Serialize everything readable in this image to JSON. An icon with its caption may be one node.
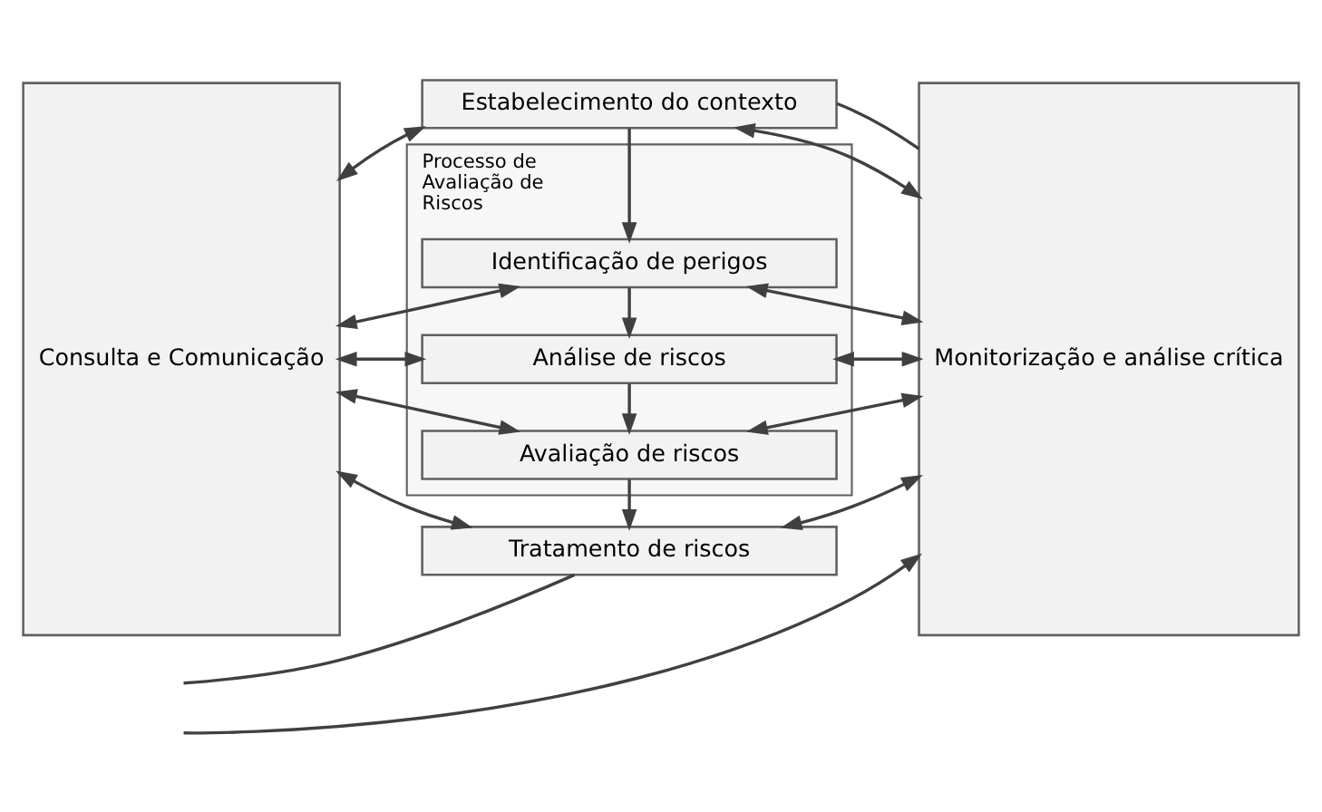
{
  "diagram": {
    "nodes": [
      {
        "text": [
          "Consulta e Comunicação"
        ]
      },
      {
        "text": [
          "Estabelecimento do contexto"
        ]
      },
      {
        "text": [
          "Processo de Avaliação de Riscos"
        ]
      },
      {
        "text": [
          "Identificação de perigos"
        ],
        "in": 2
      },
      {
        "text": [
          "Análise de riscos"
        ],
        "in": 2
      },
      {
        "text": [
          "Avaliação de riscos"
        ],
        "in": 2
      },
      {
        "text": [
          "Tratamento de riscos"
        ]
      },
      {
        "text": [
          "Monitorização e análise crítica"
        ]
      }
    ],
    "edges": [
      {
        "from": 0,
        "to": 1,
        "arrow": "both"
      },
      {
        "from": 1,
        "to": 7,
        "arrow": "both"
      },
      {
        "from": 1,
        "to": 3,
        "arrow": "to"
      },
      {
        "from": 0,
        "to": 3,
        "arrow": "both"
      },
      {
        "from": 3,
        "to": 7,
        "arrow": "both"
      },
      {
        "from": 3,
        "to": 4,
        "arrow": "to"
      },
      {
        "from": 0,
        "to": 4,
        "arrow": "both"
      },
      {
        "from": 4,
        "to": 7,
        "arrow": "both"
      },
      {
        "from": 4,
        "to": 5,
        "arrow": "to"
      },
      {
        "from": 0,
        "to": 5,
        "arrow": "both"
      },
      {
        "from": 5,
        "to": 7,
        "arrow": "both"
      },
      {
        "from": 5,
        "to": 6,
        "arrow": "to"
      },
      {
        "from": 0,
        "to": 6,
        "arrow": "both"
      },
      {
        "from": 6,
        "to": 7,
        "arrow": "both"
      },
      {
        "from": 7,
        "to": 1,
        "arrow": "none"
      },
      {
        "from": 6,
        "to": null,
        "arrow": "none"
      },
      {
        "from": null,
        "to": 7,
        "arrow": "to"
      }
    ]
  }
}
